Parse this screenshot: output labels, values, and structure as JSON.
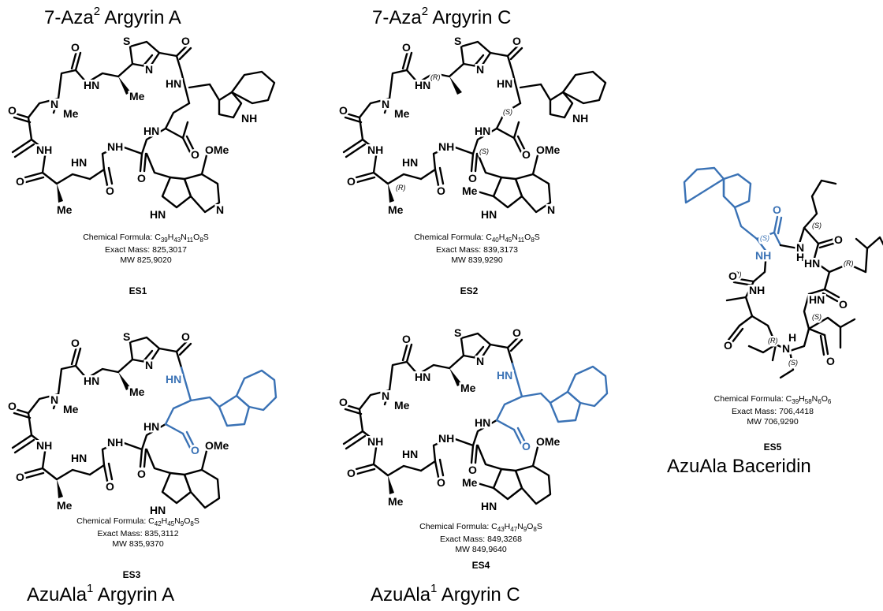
{
  "colors": {
    "highlight": "#3a72b5",
    "text": "#000000",
    "background": "#ffffff"
  },
  "compounds": [
    {
      "id": "es1",
      "title_main": "7-Aza",
      "title_sup": "2",
      "title_rest": " Argyrin A",
      "formula_label": "Chemical Formula: ",
      "formula_html": "C<sub>39</sub>H<sub>43</sub>N<sub>11</sub>O<sub>8</sub>S",
      "exact_mass": "Exact Mass: 825,3017",
      "mw": "MW 825,9020",
      "code": "ES1"
    },
    {
      "id": "es2",
      "title_main": "7-Aza",
      "title_sup": "2",
      "title_rest": " Argyrin C",
      "formula_label": "Chemical Formula: ",
      "formula_html": "C<sub>40</sub>H<sub>45</sub>N<sub>11</sub>O<sub>8</sub>S",
      "exact_mass": "Exact Mass: 839,3173",
      "mw": "MW 839,9290",
      "code": "ES2"
    },
    {
      "id": "es3",
      "title_main": "AzuAla",
      "title_sup": "1",
      "title_rest": " Argyrin A",
      "formula_label": "Chemical Formula: ",
      "formula_html": "C<sub>42</sub>H<sub>45</sub>N<sub>9</sub>O<sub>8</sub>S",
      "exact_mass": "Exact Mass: 835,3112",
      "mw": "MW 835,9370",
      "code": "ES3"
    },
    {
      "id": "es4",
      "title_main": "AzuAla",
      "title_sup": "1",
      "title_rest": " Argyrin C",
      "formula_label": "Chemical Formula: ",
      "formula_html": "C<sub>43</sub>H<sub>47</sub>N<sub>9</sub>O<sub>8</sub>S",
      "exact_mass": "Exact Mass: 849,3268",
      "mw": "MW 849,9640",
      "code": "ES4"
    },
    {
      "id": "es5",
      "title_main": "AzuAla Baceridin",
      "title_sup": "",
      "title_rest": "",
      "formula_label": "Chemical Formula: ",
      "formula_html": "C<sub>39</sub>H<sub>58</sub>N<sub>6</sub>O<sub>6</sub>",
      "exact_mass": "Exact Mass: 706,4418",
      "mw": "MW 706,9290",
      "code": "ES5"
    }
  ],
  "atom_labels": {
    "O": "O",
    "N": "N",
    "S": "S",
    "NH": "NH",
    "HN": "HN",
    "H": "H",
    "Me": "Me",
    "OMe": "OMe",
    "R": "(R)",
    "S_stereo": "(S)"
  }
}
